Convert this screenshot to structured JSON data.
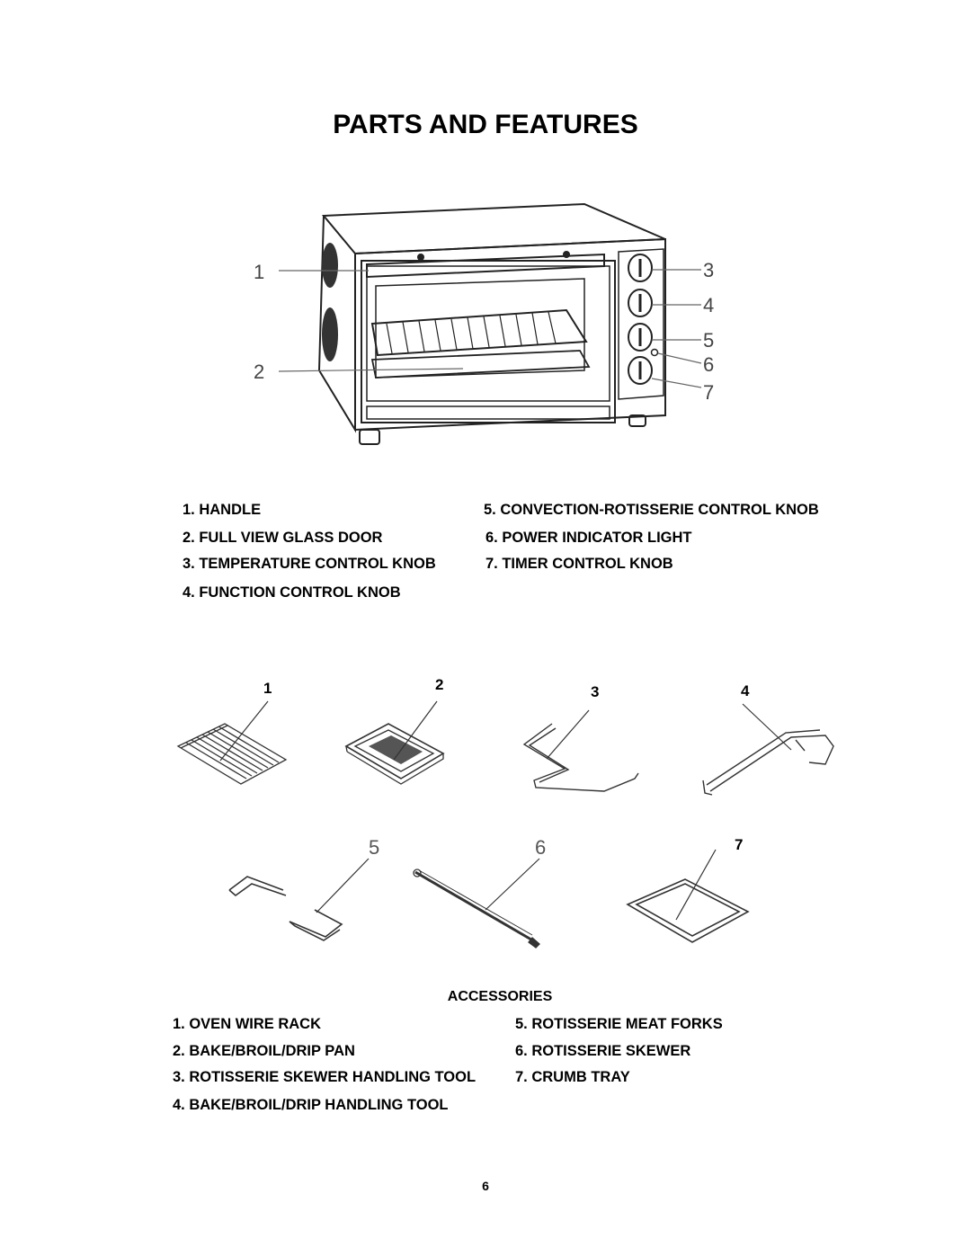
{
  "page": {
    "title": "PARTS AND FEATURES",
    "page_number": "6"
  },
  "oven_callouts": [
    "1",
    "2",
    "3",
    "4",
    "5",
    "6",
    "7"
  ],
  "parts": [
    "1. HANDLE",
    "2. FULL VIEW GLASS DOOR",
    "3. TEMPERATURE CONTROL KNOB",
    "4. FUNCTION CONTROL KNOB",
    "5. CONVECTION-ROTISSERIE CONTROL KNOB",
    "6. POWER INDICATOR LIGHT",
    "7.  TIMER CONTROL KNOB"
  ],
  "accessory_callouts": [
    "1",
    "2",
    "3",
    "4",
    "5",
    "6",
    "7"
  ],
  "accessories": {
    "heading": "ACCESSORIES",
    "items": [
      "1. OVEN WIRE RACK",
      "2. BAKE/BROIL/DRIP PAN",
      "3. ROTISSERIE SKEWER HANDLING TOOL",
      "4. BAKE/BROIL/DRIP HANDLING TOOL",
      "5. ROTISSERIE MEAT FORKS",
      "6. ROTISSERIE SKEWER",
      "7. CRUMB TRAY"
    ]
  }
}
